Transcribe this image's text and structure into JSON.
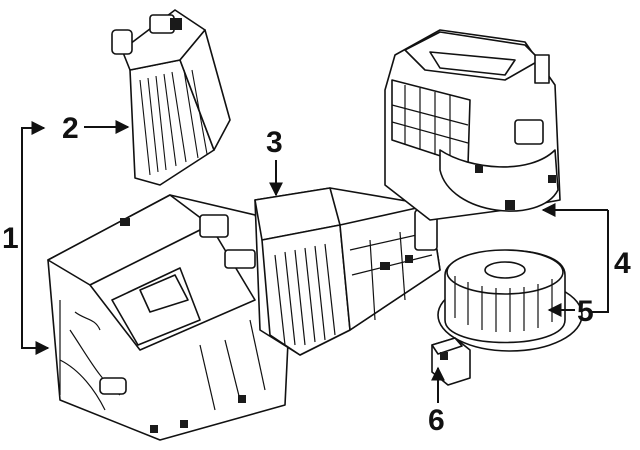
{
  "callouts": {
    "c1": "1",
    "c2": "2",
    "c3": "3",
    "c4": "4",
    "c5": "5",
    "c6": "6"
  },
  "colors": {
    "ink": "#111111",
    "background": "#ffffff"
  }
}
